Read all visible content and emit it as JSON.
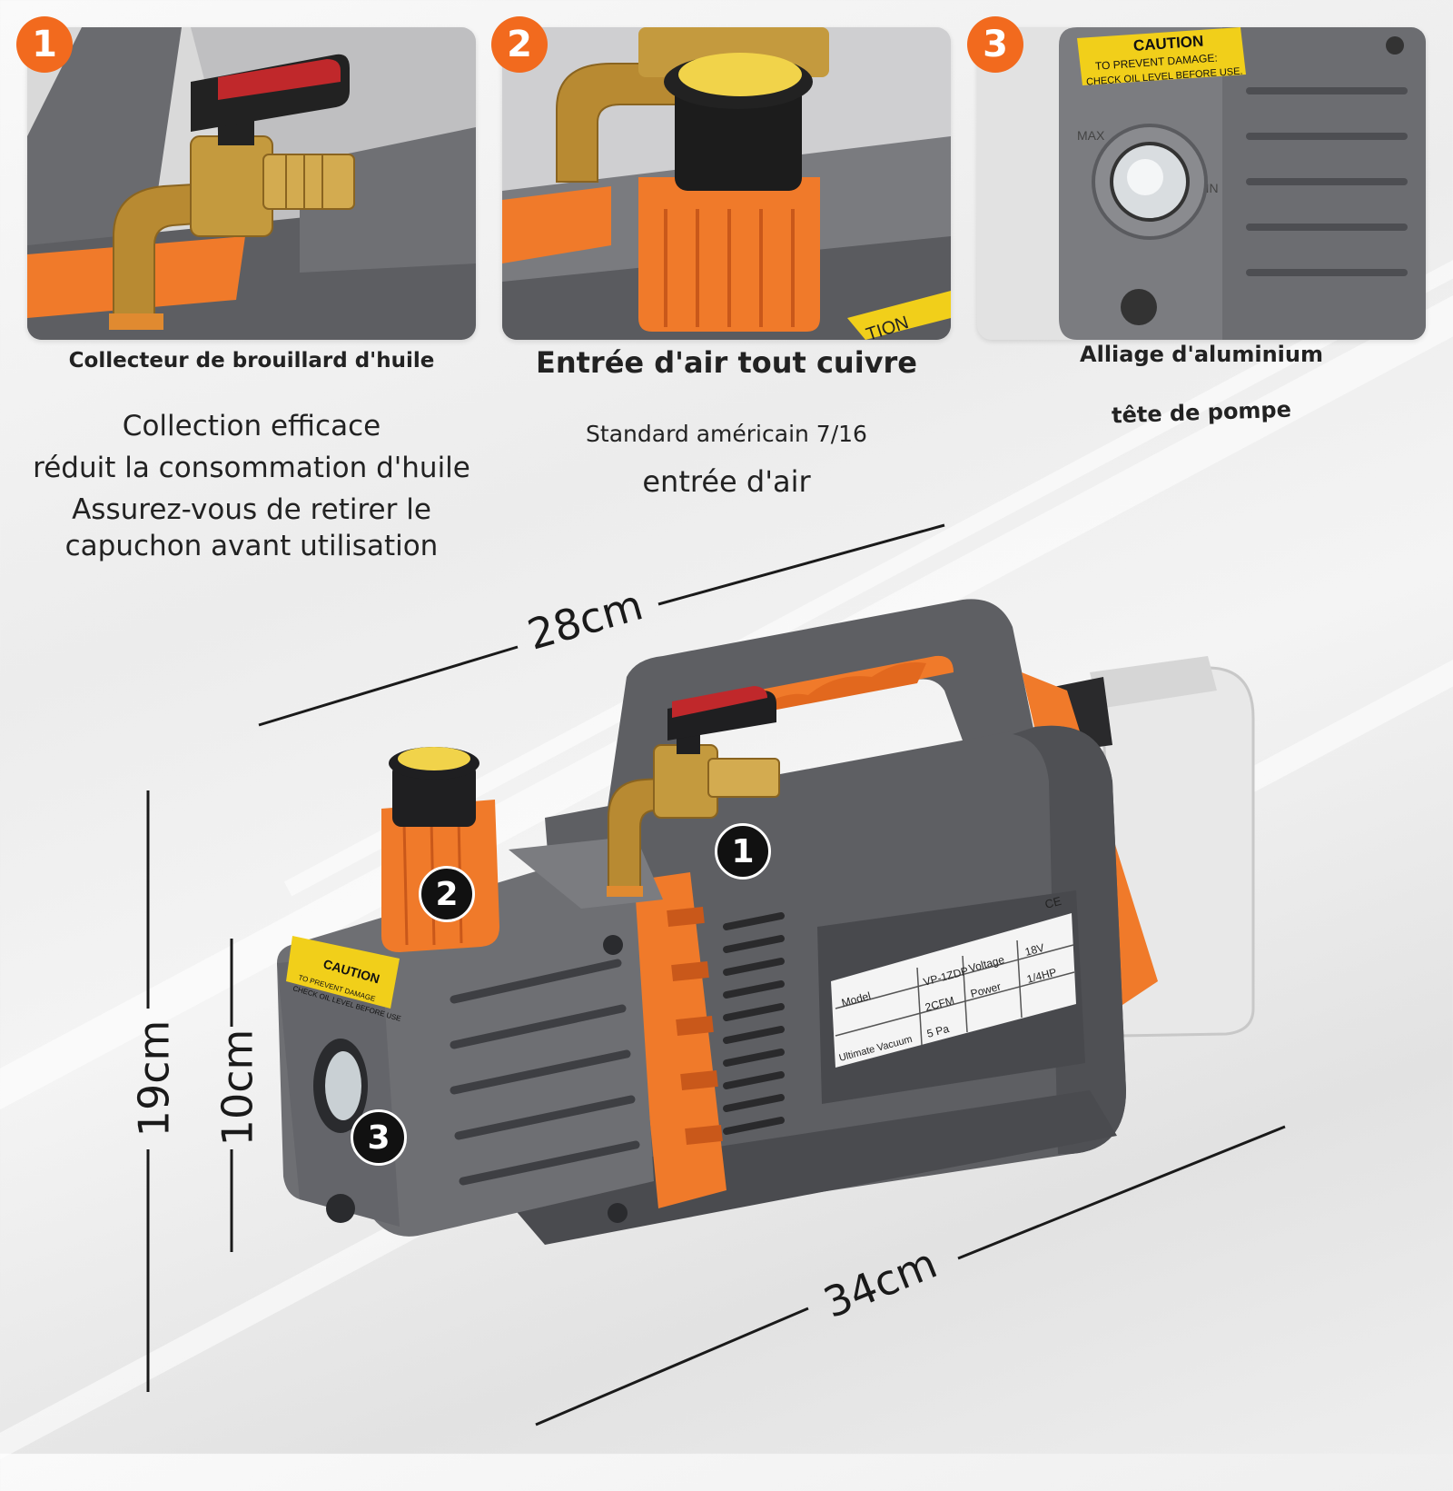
{
  "features": [
    {
      "number": "1",
      "title": "Collecteur de brouillard d'huile",
      "lines": [
        "Collection efficace",
        "réduit la consommation d'huile",
        "Assurez-vous de retirer le",
        "capuchon avant utilisation"
      ]
    },
    {
      "number": "2",
      "title": "Entrée d'air tout cuivre",
      "lines": [
        "Standard américain 7/16",
        "entrée d'air"
      ]
    },
    {
      "number": "3",
      "title": "Alliage d'aluminium",
      "lines": [
        "tête de pompe"
      ]
    }
  ],
  "panel_labels": {
    "caution": "CAUTION",
    "prevent": "TO PREVENT DAMAGE:",
    "check": "CHECK OIL LEVEL BEFORE USE.",
    "max": "MAX",
    "min": "MIN",
    "caution_partial": "TION"
  },
  "dimensions": {
    "width": "28cm",
    "length": "34cm",
    "height": "19cm",
    "body_height": "10cm"
  },
  "product_labels": {
    "caution": "CAUTION",
    "prevent": "TO PREVENT DAMAGE",
    "check": "CHECK OIL LEVEL BEFORE USE",
    "model_key": "Model",
    "model_val": "VP-1ZDP",
    "flow_val": "2CFM",
    "vacuum_key": "Ultimate Vacuum",
    "vacuum_val": "5 Pa",
    "voltage_key": "Voltage",
    "voltage_val": "18V",
    "power_key": "Power",
    "power_val": "1/4HP",
    "ce": "CE"
  },
  "markers": [
    "1",
    "2",
    "3"
  ],
  "colors": {
    "accent": "#f26a1e",
    "body": "#5e5f63",
    "brass": "#c89a3a",
    "valve": "#c0282b"
  }
}
